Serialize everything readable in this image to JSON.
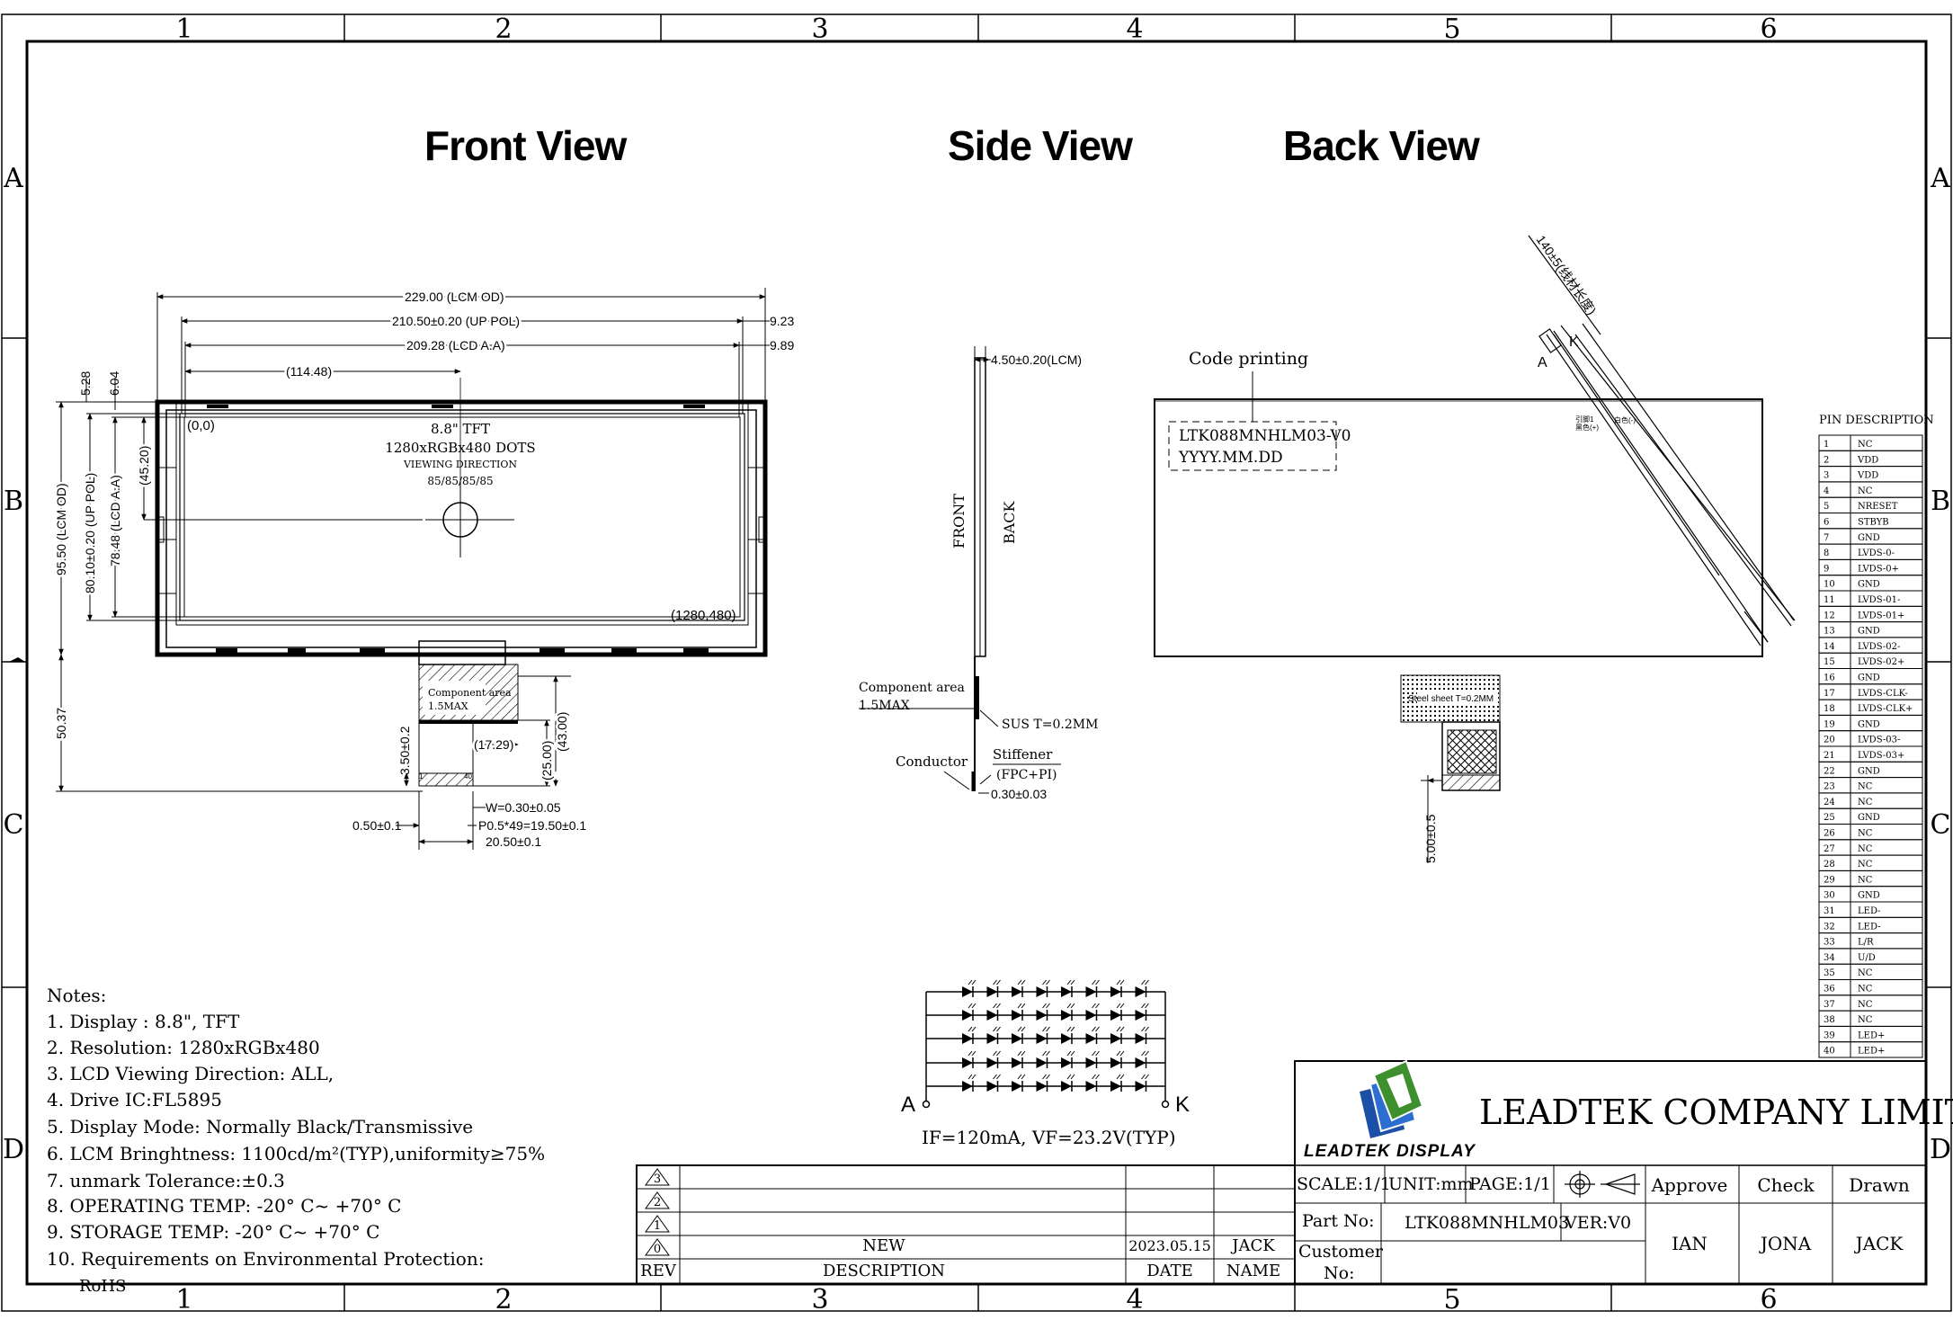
{
  "grid": {
    "columns": [
      "1",
      "2",
      "3",
      "4",
      "5",
      "6"
    ],
    "rows": [
      "A",
      "B",
      "C",
      "D"
    ]
  },
  "views": {
    "front": "Front View",
    "side": "Side View",
    "back": "Back View"
  },
  "front_view": {
    "dims_top": [
      "229.00 (LCM OD)",
      "210.50±0.20 (UP POL)",
      "209.28 (LCD A.A)",
      "(114.48)"
    ],
    "dims_right": [
      "9.23",
      "9.89"
    ],
    "dims_left": [
      "5.28",
      "6.04",
      "95.50 (LCM OD)",
      "80.10±0.20 (UP POL)",
      "78.48 (LCD A.A)",
      "(45.20)",
      "50.37"
    ],
    "origin": "(0,0)",
    "end_coord": "(1280,480)",
    "panel_lines": [
      "8.8\" TFT",
      "1280xRGBx480 DOTS",
      "VIEWING DIRECTION",
      "85/85/85/85"
    ],
    "component_area": [
      "Component area",
      "1.5MAX"
    ],
    "fpc_dims": [
      "(17.29)",
      "(25.00)",
      "(43.00)",
      "3.50±0.2",
      "0.50±0.1",
      "W=0.30±0.05",
      "P0.5*49=19.50±0.1",
      "20.50±0.1"
    ],
    "pin_marks": [
      "1",
      "40"
    ]
  },
  "side_view": {
    "thickness": "4.50±0.20(LCM)",
    "front": "FRONT",
    "back": "BACK",
    "component_area": [
      "Component area",
      "1.5MAX"
    ],
    "sus": "SUS T=0.2MM",
    "stiffener": [
      "Stiffener",
      "(FPC+PI)"
    ],
    "conductor": "Conductor",
    "fpc_thick": "0.30±0.03"
  },
  "back_view": {
    "code_printing": "Code printing",
    "code_lines": [
      "LTK088MNHLM03-V0",
      "YYYY.MM.DD"
    ],
    "cable_len": "140±5(线材长度)",
    "anode": "A",
    "cathode": "K",
    "wire_labels": [
      "引脚1",
      "黑色(+)",
      "白色(-)"
    ],
    "steel_sheet": "Steel sheet T=0.2MM",
    "dim_bottom": "5.00±0.5"
  },
  "pin_table": {
    "title": "PIN DESCRIPTION",
    "pins": [
      [
        "1",
        "NC"
      ],
      [
        "2",
        "VDD"
      ],
      [
        "3",
        "VDD"
      ],
      [
        "4",
        "NC"
      ],
      [
        "5",
        "NRESET"
      ],
      [
        "6",
        "STBYB"
      ],
      [
        "7",
        "GND"
      ],
      [
        "8",
        "LVDS-0-"
      ],
      [
        "9",
        "LVDS-0+"
      ],
      [
        "10",
        "GND"
      ],
      [
        "11",
        "LVDS-01-"
      ],
      [
        "12",
        "LVDS-01+"
      ],
      [
        "13",
        "GND"
      ],
      [
        "14",
        "LVDS-02-"
      ],
      [
        "15",
        "LVDS-02+"
      ],
      [
        "16",
        "GND"
      ],
      [
        "17",
        "LVDS-CLK-"
      ],
      [
        "18",
        "LVDS-CLK+"
      ],
      [
        "19",
        "GND"
      ],
      [
        "20",
        "LVDS-03-"
      ],
      [
        "21",
        "LVDS-03+"
      ],
      [
        "22",
        "GND"
      ],
      [
        "23",
        "NC"
      ],
      [
        "24",
        "NC"
      ],
      [
        "25",
        "GND"
      ],
      [
        "26",
        "NC"
      ],
      [
        "27",
        "NC"
      ],
      [
        "28",
        "NC"
      ],
      [
        "29",
        "NC"
      ],
      [
        "30",
        "GND"
      ],
      [
        "31",
        "LED-"
      ],
      [
        "32",
        "LED-"
      ],
      [
        "33",
        "L/R"
      ],
      [
        "34",
        "U/D"
      ],
      [
        "35",
        "NC"
      ],
      [
        "36",
        "NC"
      ],
      [
        "37",
        "NC"
      ],
      [
        "38",
        "NC"
      ],
      [
        "39",
        "LED+"
      ],
      [
        "40",
        "LED+"
      ]
    ]
  },
  "led": {
    "anode": "A",
    "cathode": "K",
    "spec": "IF=120mA, VF=23.2V(TYP)"
  },
  "notes": [
    "Notes:",
    "1. Display : 8.8\",  TFT",
    "2. Resolution: 1280xRGBx480",
    "3. LCD Viewing Direction: ALL,",
    "4. Drive IC:FL5895",
    "5. Display Mode: Normally Black/Transmissive",
    "6. LCM Bringhtness: 1100cd/m²(TYP),uniformity≥75%",
    "7. unmark Tolerance:±0.3",
    "8. OPERATING TEMP: -20° C~ +70° C",
    "9. STORAGE TEMP: -20° C~ +70° C",
    "10.   Requirements on Environmental Protection:",
    "RoHS"
  ],
  "revision": {
    "marks": [
      "3",
      "2",
      "1",
      "0"
    ],
    "rev_label": "REV",
    "desc_label": "DESCRIPTION",
    "date_label": "DATE",
    "name_label": "NAME",
    "row0": {
      "desc": "NEW",
      "date": "2023.05.15",
      "name": "JACK"
    }
  },
  "title_block": {
    "company": "LEADTEK COMPANY LIMITED",
    "logo_text": "LEADTEK DISPLAY",
    "scale": "SCALE:1/1",
    "unit": "UNIT:mm",
    "page": "PAGE:1/1",
    "part_label": "Part No:",
    "part_no": "LTK088MNHLM03",
    "ver": "VER:V0",
    "customer_label": [
      "Customer",
      "No:"
    ],
    "approve": "Approve",
    "check": "Check",
    "drawn": "Drawn",
    "approver": "IAN",
    "checker": "JONA",
    "drawer": "JACK"
  }
}
